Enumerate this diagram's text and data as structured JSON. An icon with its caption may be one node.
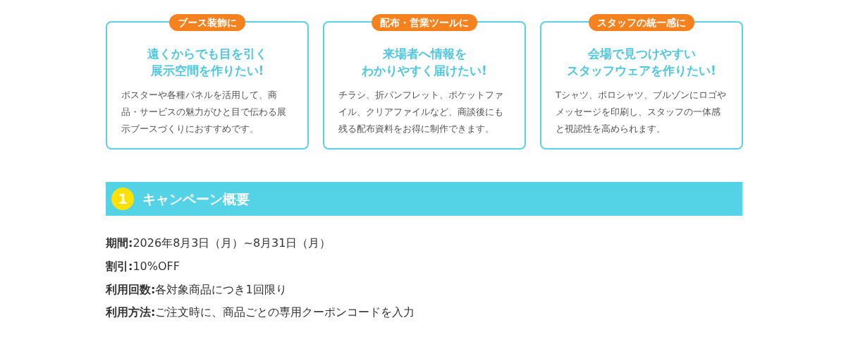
{
  "diagram": {
    "nodes": [
      {
        "text": [
          "ブース装飾に",
          "遠くからでも目を引く展示空間を作りたい!",
          "ポスターや各種パネルを活用して、商品・サービスの魅力がひと目で伝わる展示ブースづくりにおすすめです。"
        ]
      },
      {
        "text": [
          "配布・営業ツールに",
          "来場者へ情報をわかりやすく届けたい!",
          "チラシ、折パンフレット、ポケットファイル、クリアファイルなど、商談後にも残る配布資料をお得に制作できます。"
        ]
      },
      {
        "text": [
          "スタッフの統一感に",
          "会場で見つけやすいスタッフウェアを作りたい!",
          "Tシャツ、ポロシャツ、ブルゾンにロゴやメッセージを印刷し、スタッフの一体感と視認性を高められます。"
        ]
      },
      {
        "text": [
          "キャンペーン概要"
        ]
      },
      {
        "text": [
          "1"
        ],
        "in": 3
      }
    ],
    "labels": [
      "**期間:**2026年8月3日（月）~8月31日（月）",
      "**割引:**10%OFF",
      "**利用回数:**各対象商品につき1回限り",
      "**利用方法:**ご注文時に、商品ごとの専用クーポンコードを入力"
    ]
  }
}
